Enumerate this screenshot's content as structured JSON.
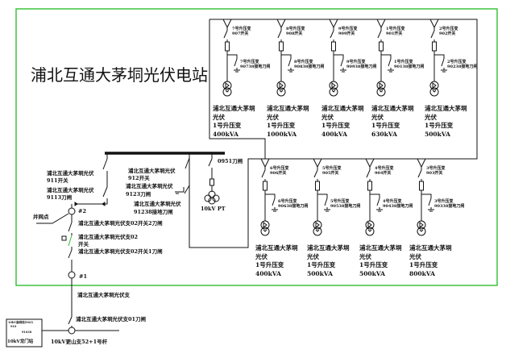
{
  "title": "浦北互通大茅垌光伏电站",
  "colors": {
    "border": "#3cc43c",
    "line": "#111111"
  },
  "top_row": [
    {
      "switch_label": "7号升压变",
      "switch_id": "907开关",
      "ground_label": "7号升压变",
      "ground_id": "90738接地刀闸",
      "name1": "浦北互通大茅垌",
      "name2": "光伏",
      "trans": "1号升压变",
      "capacity": "400kVA"
    },
    {
      "switch_label": "8号升压变",
      "switch_id": "908开关",
      "ground_label": "8号升压变",
      "ground_id": "90838接地刀闸",
      "name1": "浦北互通大茅垌",
      "name2": "光伏",
      "trans": "1号升压变",
      "capacity": "1000kVA"
    },
    {
      "switch_label": "9号升压变",
      "switch_id": "909开关",
      "ground_label": "9号升压变",
      "ground_id": "90938接地刀闸",
      "name1": "浦北互通大茅垌",
      "name2": "光伏",
      "trans": "1号升压变",
      "capacity": "400kVA"
    },
    {
      "switch_label": "1号升压变",
      "switch_id": "901开关",
      "ground_label": "1号升压变",
      "ground_id": "90138接地刀闸",
      "name1": "浦北互通大茅垌",
      "name2": "光伏",
      "trans": "1号升压变",
      "capacity": "630kVA"
    },
    {
      "switch_label": "2号升压变",
      "switch_id": "902开关",
      "ground_label": "2号升压变",
      "ground_id": "90238接地刀闸",
      "name1": "浦北互通大茅垌",
      "name2": "光伏",
      "trans": "1号升压变",
      "capacity": "500kVA"
    }
  ],
  "bottom_row": [
    {
      "switch_label": "6号升压变",
      "switch_id": "906开关",
      "ground_label": "6号升压变",
      "ground_id": "90638接地刀闸",
      "name1": "浦北互通大茅垌",
      "name2": "光伏",
      "trans": "1号升压变",
      "capacity": "400kVA"
    },
    {
      "switch_label": "5号升压变",
      "switch_id": "905开关",
      "ground_label": "5号升压变",
      "ground_id": "90538接地刀闸",
      "name1": "浦北互通大茅垌",
      "name2": "光伏",
      "trans": "1号升压变",
      "capacity": "500kVA"
    },
    {
      "switch_label": "4号升压变",
      "switch_id": "904开关",
      "ground_label": "4号升压变",
      "ground_id": "90438接地刀闸",
      "name1": "浦北互通大茅垌",
      "name2": "光伏",
      "trans": "1号升压变",
      "capacity": "500kVA"
    },
    {
      "switch_label": "3号升压变",
      "switch_id": "903开关",
      "ground_label": "3号升压变",
      "ground_id": "90338接地刀闸",
      "name1": "浦北互通大茅垌",
      "name2": "光伏",
      "trans": "1号升压变",
      "capacity": "800kVA"
    }
  ],
  "left": {
    "s911a": "浦北互通大茅垌光伏",
    "s911b": "911开关",
    "s9113a": "浦北互通大茅垌光伏",
    "s9113b": "9113刀闸",
    "s912a": "浦北互通大茅垌光伏",
    "s912b": "912开关",
    "s9123a": "浦北互通大茅垌光伏",
    "s9123b": "9123刀闸",
    "s91238a": "浦北互通大茅垌光伏",
    "s91238b": "91238接地刀闸",
    "s0951": "0951刀闸",
    "pt": "10kV PT",
    "grid_point": "并网点",
    "pole2": "#2",
    "pole1": "#1",
    "branch02_sw2": "浦北互通大茅垌光伏支02开关2刀闸",
    "branch02_a": "浦北互通大茅垌光伏支02",
    "branch02_b": "开关",
    "branch02_sw1": "浦北互通大茅垌光伏支02开关1刀闸",
    "branch": "浦北互通大茅垌光伏支",
    "branch01": "浦北互通大茅垌光伏支01刀闸",
    "pole52": "10kV更山支52+1号杆",
    "station_line1": "10kV高明线(903)",
    "station_line2": "910",
    "station_line3": "91038",
    "station_name": "10kV龙门站"
  }
}
